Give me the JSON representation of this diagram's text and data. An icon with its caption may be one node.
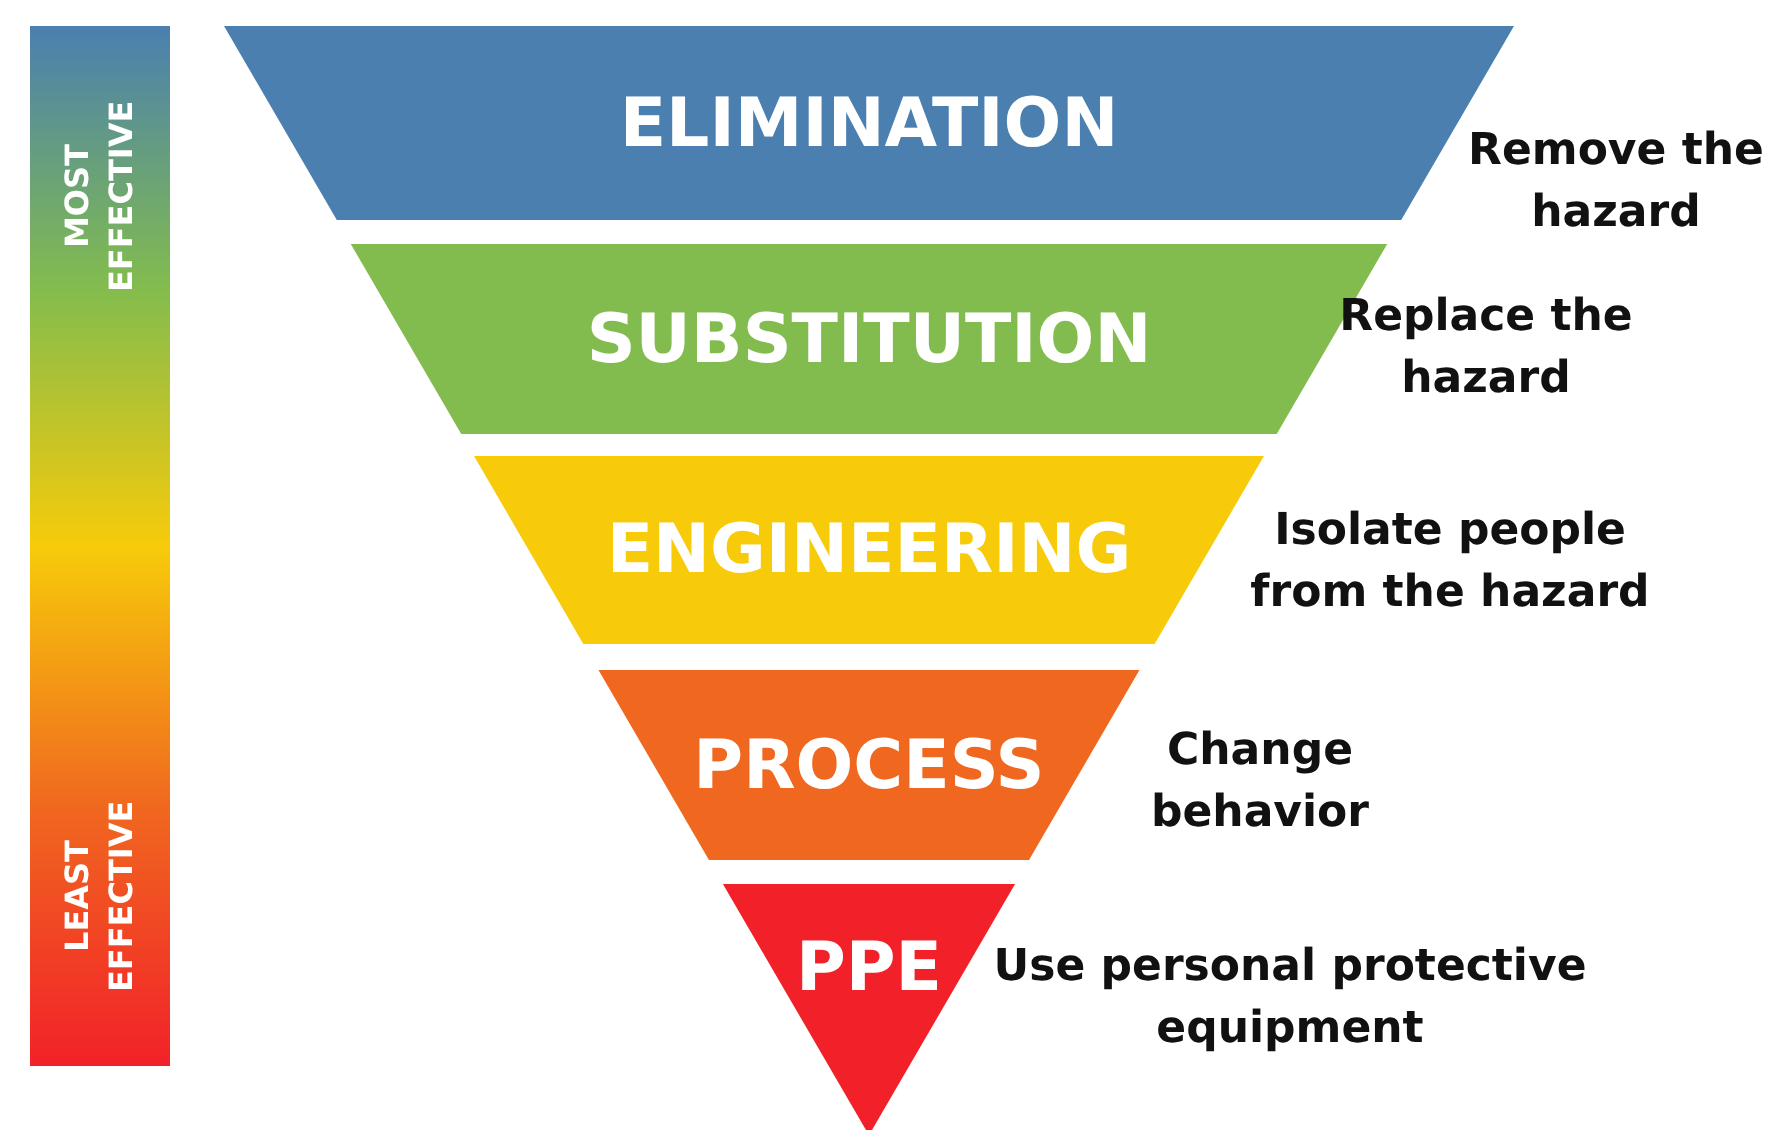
{
  "diagram": {
    "nodes": [
      {
        "text": [
          "ELIMINATION"
        ],
        "beside": [
          "Remove the hazard"
        ]
      },
      {
        "text": [
          "SUBSTITUTION"
        ],
        "beside": [
          "Replace the hazard"
        ]
      },
      {
        "text": [
          "ENGINEERING"
        ],
        "beside": [
          "Isolate people from the hazard"
        ]
      },
      {
        "text": [
          "PROCESS"
        ],
        "beside": [
          "Change behavior"
        ]
      },
      {
        "text": [
          "PPE"
        ],
        "beside": [
          "Use personal protective equipment"
        ]
      },
      {
        "text": [
          "MOST EFFECTIVE",
          "LEAST EFFECTIVE"
        ]
      }
    ],
    "edges": []
  }
}
